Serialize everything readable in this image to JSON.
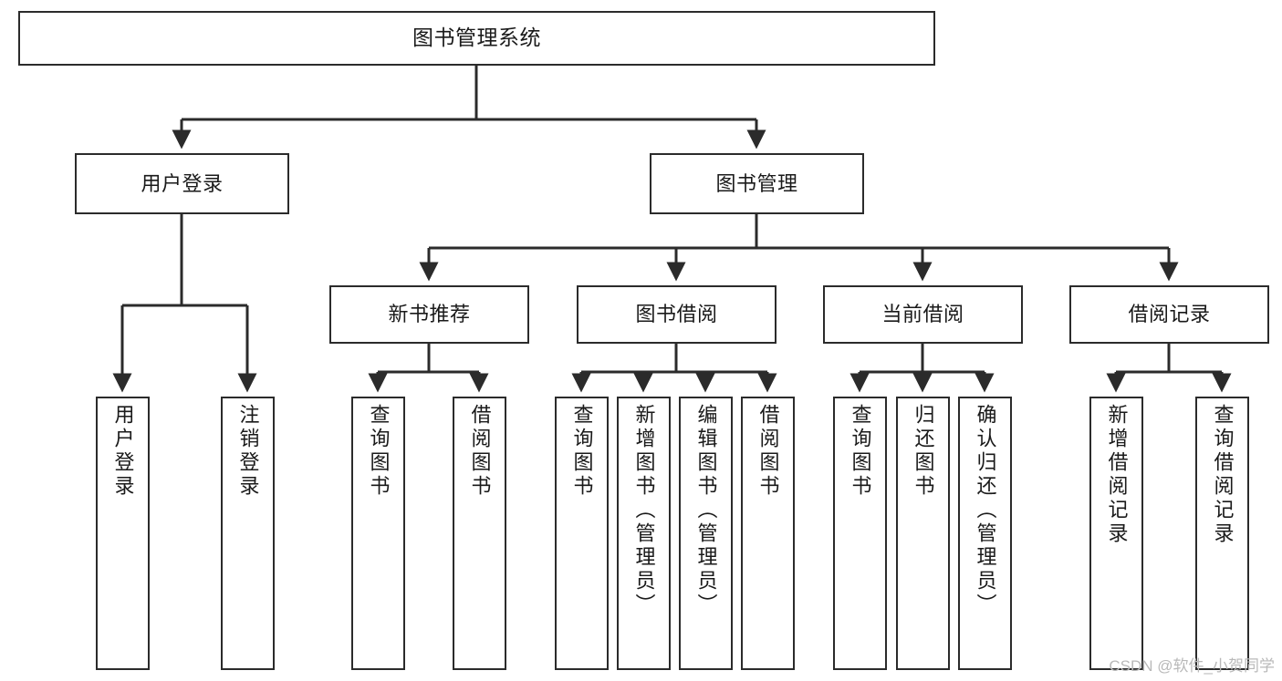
{
  "diagram": {
    "title": "图书管理系统",
    "watermark": "CSDN @软件_小贺同学",
    "colors": {
      "background": "#ffffff",
      "node_border": "#2b2b2b",
      "node_fill": "#ffffff",
      "edge": "#2b2b2b",
      "text": "#1a1a1a",
      "watermark": "#b9b9b9"
    },
    "root": {
      "label": "图书管理系统"
    },
    "level2": [
      {
        "label": "用户登录"
      },
      {
        "label": "图书管理"
      }
    ],
    "level3": [
      {
        "label": "新书推荐"
      },
      {
        "label": "图书借阅"
      },
      {
        "label": "当前借阅"
      },
      {
        "label": "借阅记录"
      }
    ],
    "leaves": {
      "user_login": [
        {
          "label": "用户登录"
        },
        {
          "label": "注销登录"
        }
      ],
      "new_book": [
        {
          "label": "查询图书"
        },
        {
          "label": "借阅图书"
        }
      ],
      "borrow_book": [
        {
          "label": "查询图书"
        },
        {
          "label": "新增图书（管理员）"
        },
        {
          "label": "编辑图书（管理员）"
        },
        {
          "label": "借阅图书"
        }
      ],
      "current_borrow": [
        {
          "label": "查询图书"
        },
        {
          "label": "归还图书"
        },
        {
          "label": "确认归还（管理员）"
        }
      ],
      "borrow_record": [
        {
          "label": "新增借阅记录"
        },
        {
          "label": "查询借阅记录"
        }
      ]
    }
  }
}
